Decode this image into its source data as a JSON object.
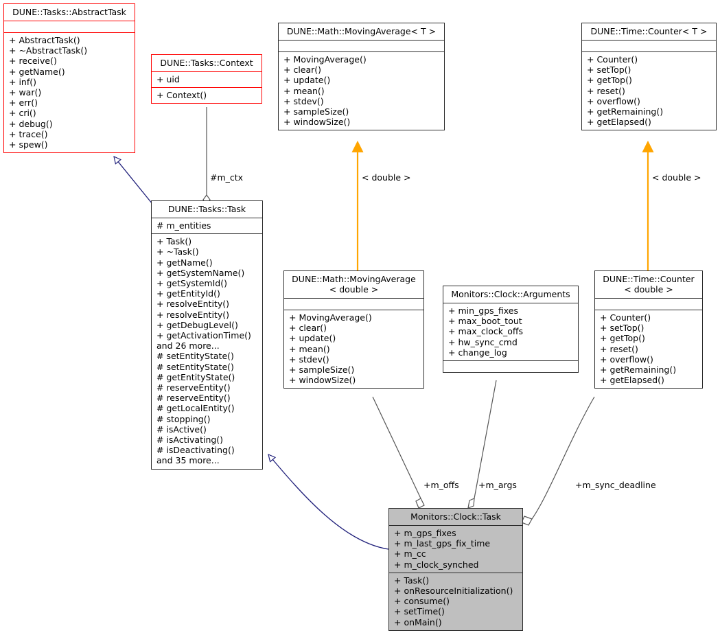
{
  "diagram": {
    "title": "Monitors::Clock::Task collaboration diagram",
    "type": "uml-class-diagram",
    "colors": {
      "node_border": "#2b2b2b",
      "node_border_highlight": "#ff0000",
      "node_fill": "#ffffff",
      "node_fill_current": "#bfbfbf",
      "inheritance_edge": "#1f1f7a",
      "template_edge": "#ffa500",
      "aggregation_edge": "#555555",
      "background": "#ffffff"
    }
  },
  "nodes": {
    "abstract_task": {
      "title": "DUNE::Tasks::AbstractTask",
      "attributes": [],
      "operations": [
        "+ AbstractTask()",
        "+ ~AbstractTask()",
        "+ receive()",
        "+ getName()",
        "+ inf()",
        "+ war()",
        "+ err()",
        "+ cri()",
        "+ debug()",
        "+ trace()",
        "+ spew()"
      ]
    },
    "context": {
      "title": "DUNE::Tasks::Context",
      "attributes": [
        "+ uid"
      ],
      "operations": [
        "+ Context()"
      ]
    },
    "moving_average_t": {
      "title": "DUNE::Math::MovingAverage< T >",
      "attributes": [],
      "operations": [
        "+ MovingAverage()",
        "+ clear()",
        "+ update()",
        "+ mean()",
        "+ stdev()",
        "+ sampleSize()",
        "+ windowSize()"
      ]
    },
    "counter_t": {
      "title": "DUNE::Time::Counter< T >",
      "attributes": [],
      "operations": [
        "+ Counter()",
        "+ setTop()",
        "+ getTop()",
        "+ reset()",
        "+ overflow()",
        "+ getRemaining()",
        "+ getElapsed()"
      ]
    },
    "tasks_task": {
      "title": "DUNE::Tasks::Task",
      "attributes": [
        "# m_entities"
      ],
      "operations": [
        "+ Task()",
        "+ ~Task()",
        "+ getName()",
        "+ getSystemName()",
        "+ getSystemId()",
        "+ getEntityId()",
        "+ resolveEntity()",
        "+ resolveEntity()",
        "+ getDebugLevel()",
        "+ getActivationTime()",
        "and 26 more...",
        "# setEntityState()",
        "# setEntityState()",
        "# getEntityState()",
        "# reserveEntity()",
        "# reserveEntity()",
        "# getLocalEntity()",
        "# stopping()",
        "# isActive()",
        "# isActivating()",
        "# isDeactivating()",
        "and 35 more..."
      ]
    },
    "moving_average_double": {
      "title": "DUNE::Math::MovingAverage\n< double >",
      "attributes": [],
      "operations": [
        "+ MovingAverage()",
        "+ clear()",
        "+ update()",
        "+ mean()",
        "+ stdev()",
        "+ sampleSize()",
        "+ windowSize()"
      ]
    },
    "arguments": {
      "title": "Monitors::Clock::Arguments",
      "attributes": [
        "+ min_gps_fixes",
        "+ max_boot_tout",
        "+ max_clock_offs",
        "+ hw_sync_cmd",
        "+ change_log"
      ],
      "operations": []
    },
    "counter_double": {
      "title": "DUNE::Time::Counter\n< double >",
      "attributes": [],
      "operations": [
        "+ Counter()",
        "+ setTop()",
        "+ getTop()",
        "+ reset()",
        "+ overflow()",
        "+ getRemaining()",
        "+ getElapsed()"
      ]
    },
    "clock_task": {
      "title": "Monitors::Clock::Task",
      "attributes": [
        "+ m_gps_fixes",
        "+ m_last_gps_fix_time",
        "+ m_cc",
        "+ m_clock_synched"
      ],
      "operations": [
        "+ Task()",
        "+ onResourceInitialization()",
        "+ consume()",
        "+ setTime()",
        "+ onMain()"
      ]
    }
  },
  "edge_labels": {
    "m_ctx": "#m_ctx",
    "double_left": "< double >",
    "double_right": "< double >",
    "m_offs": "+m_offs",
    "m_args": "+m_args",
    "m_sync_deadline": "+m_sync_deadline"
  }
}
